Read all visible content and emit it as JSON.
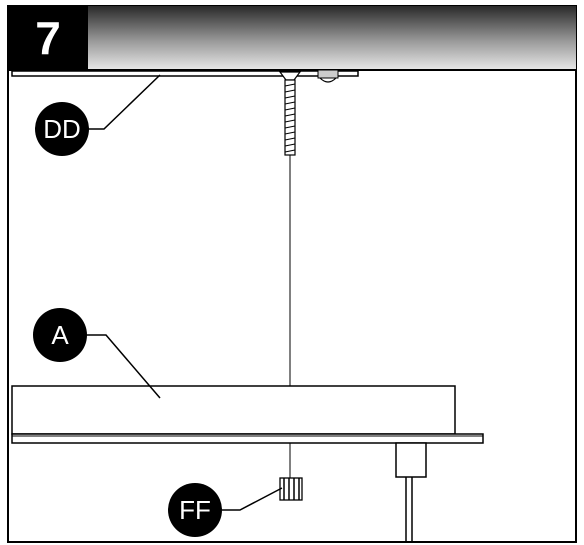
{
  "step": {
    "number": "7"
  },
  "callouts": {
    "dd": "DD",
    "a": "A",
    "ff": "FF"
  },
  "colors": {
    "outline": "#000000",
    "callout_fill": "#000000",
    "callout_text": "#ffffff",
    "header_gradient_dark": "#2a2a2a",
    "header_gradient_light": "#e8e8e8"
  }
}
